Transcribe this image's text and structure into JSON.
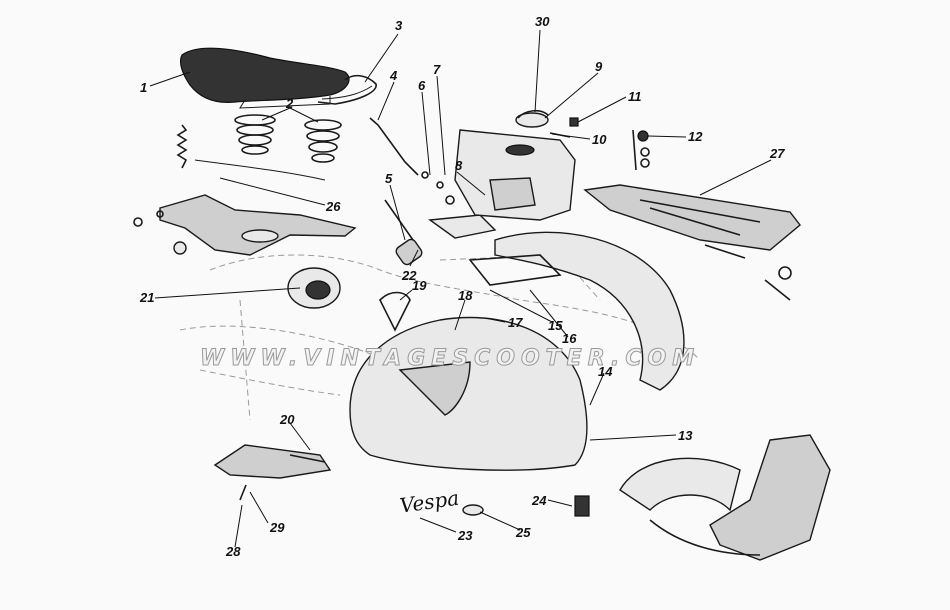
{
  "watermark": "WWW.VINTAGESCOOTER.COM",
  "logo_text": "Vespa",
  "callouts": [
    "1",
    "2",
    "3",
    "4",
    "5",
    "6",
    "7",
    "8",
    "9",
    "10",
    "11",
    "12",
    "13",
    "14",
    "15",
    "16",
    "17",
    "18",
    "19",
    "20",
    "21",
    "22",
    "23",
    "24",
    "25",
    "26",
    "27",
    "28",
    "29",
    "30"
  ],
  "colors": {
    "ink": "#1a1a1a",
    "paper": "#fafafa",
    "watermark_outline": "#9a9a9a"
  }
}
